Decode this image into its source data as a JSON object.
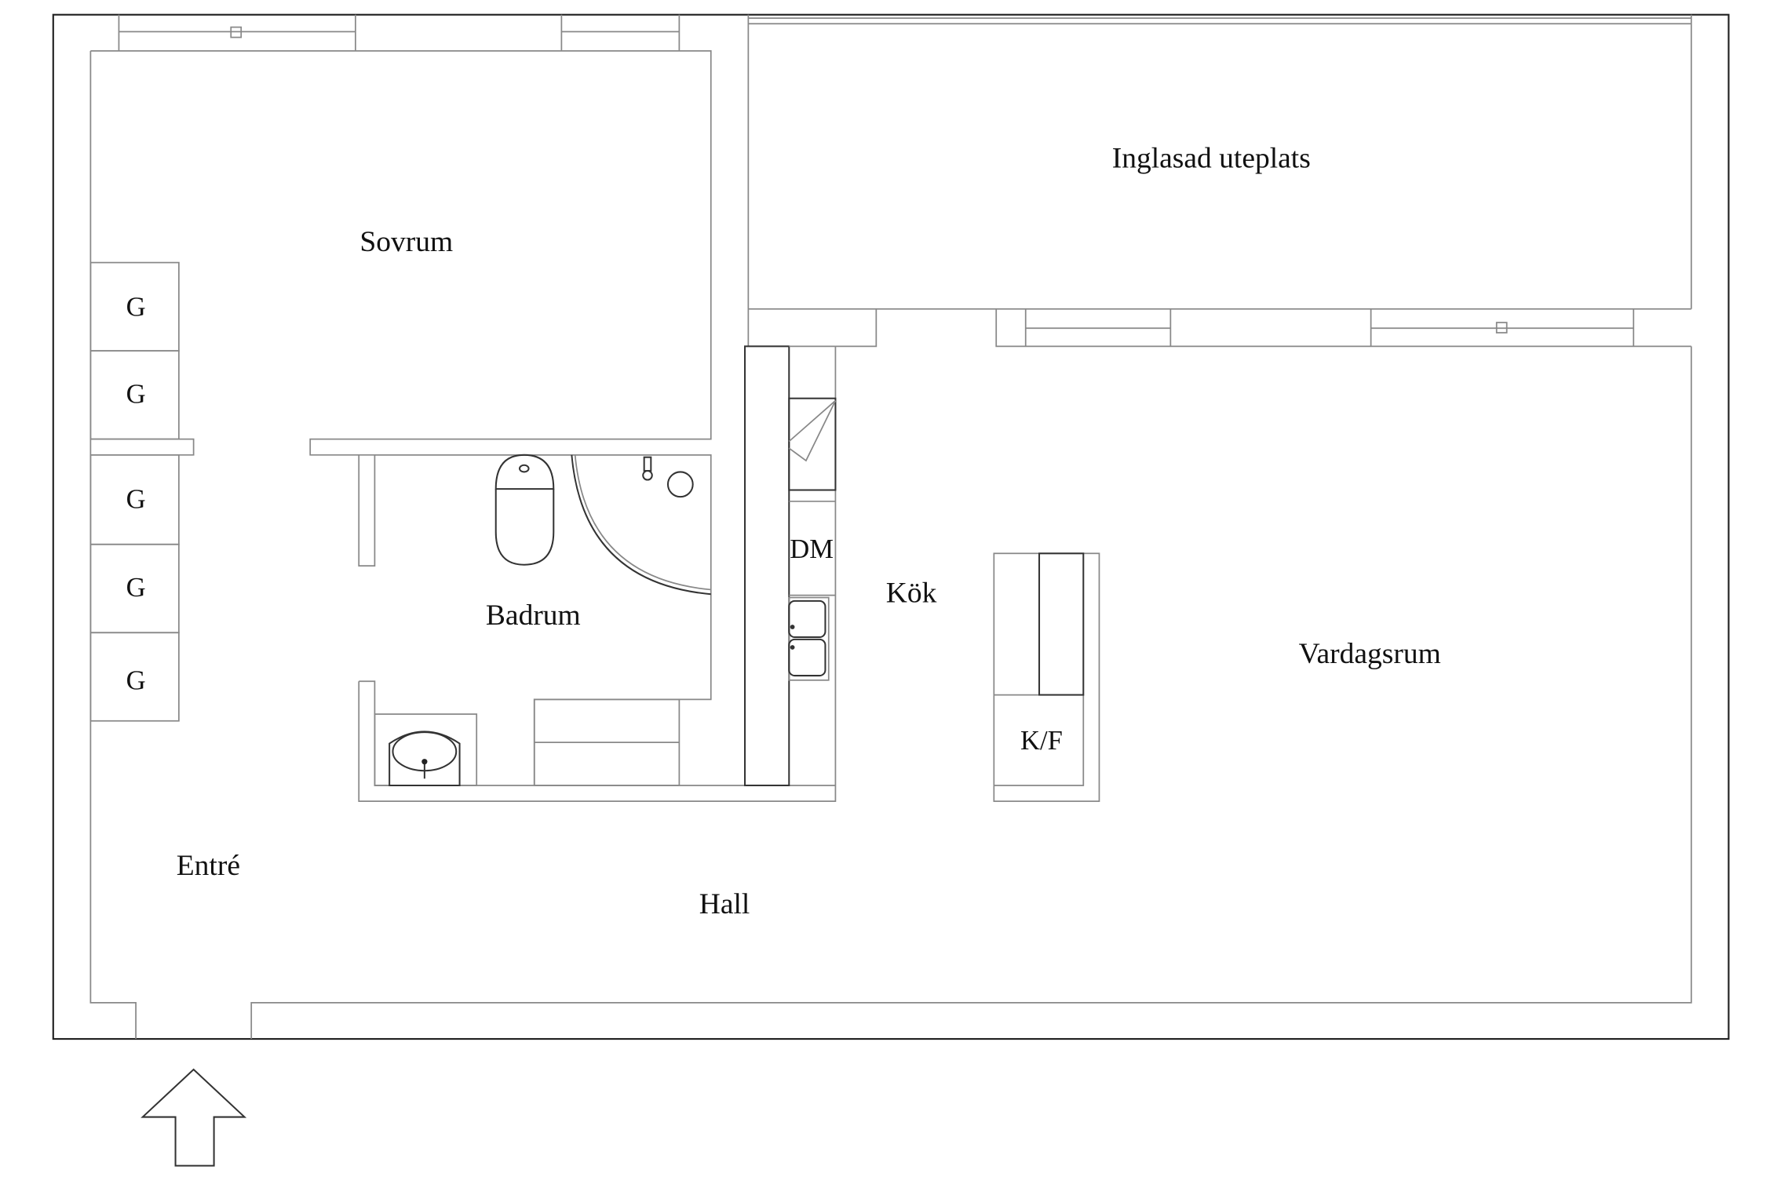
{
  "floorplan": {
    "rooms": {
      "sovrum": "Sovrum",
      "inglasad_uteplats": "Inglasad uteplats",
      "badrum": "Badrum",
      "kok": "Kök",
      "vardagsrum": "Vardagsrum",
      "entre": "Entré",
      "hall": "Hall"
    },
    "fixtures": {
      "wardrobes": [
        "G",
        "G",
        "G",
        "G",
        "G"
      ],
      "dishwasher": "DM",
      "fridge_freezer": "K/F"
    },
    "icons": {
      "entrance": "arrow-up-icon",
      "toilet": "toilet-icon",
      "sink": "washbasin-icon",
      "kitchen_sink": "double-sink-icon",
      "stove": "stove-icon",
      "shower": "shower-icon"
    },
    "colors": {
      "wall_line": "#888888",
      "outer_line": "#222222",
      "text": "#111111",
      "background": "#ffffff"
    }
  }
}
